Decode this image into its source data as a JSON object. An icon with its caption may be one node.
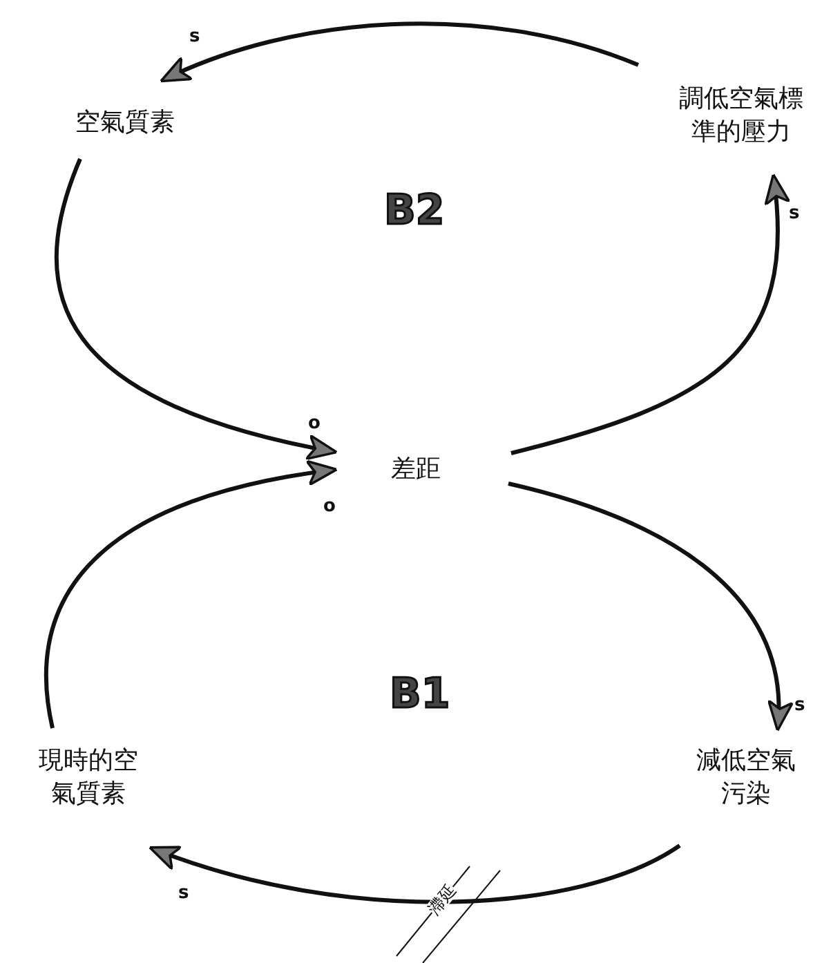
{
  "diagram": {
    "nodes": [
      {
        "text": [
          "空氣質素"
        ]
      },
      {
        "text": [
          "調低空氣標準的壓力"
        ]
      },
      {
        "text": [
          "差距"
        ]
      },
      {
        "text": [
          "現時的空氣質素"
        ]
      },
      {
        "text": [
          "減低空氣污染"
        ]
      }
    ],
    "edges": [
      {
        "from": 2,
        "to": 1,
        "arrow": "to",
        "label": "s"
      },
      {
        "from": 1,
        "to": 0,
        "arrow": "to",
        "label": "s"
      },
      {
        "from": 0,
        "to": 2,
        "arrow": "to",
        "label": "o"
      },
      {
        "from": 3,
        "to": 2,
        "arrow": "to",
        "label": "o"
      },
      {
        "from": 2,
        "to": 4,
        "arrow": "to",
        "label": "s"
      },
      {
        "from": 4,
        "to": 3,
        "arrow": "to",
        "label": "s"
      }
    ],
    "labels": [
      "B2",
      "B1",
      "滯延"
    ]
  }
}
